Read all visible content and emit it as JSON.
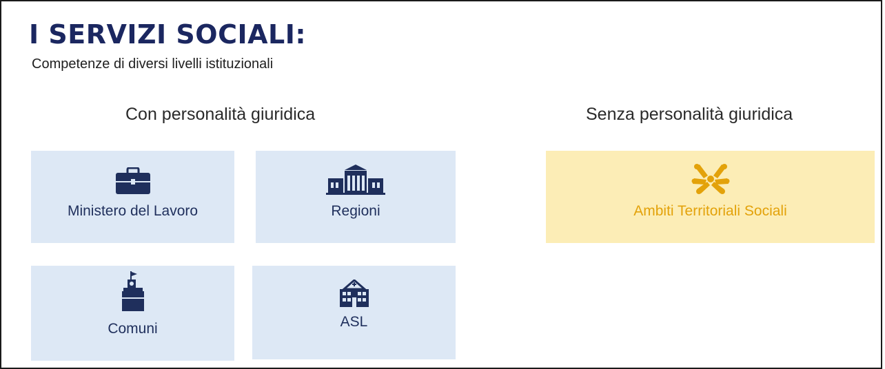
{
  "header": {
    "title": "I SERVIZI SOCIALI:",
    "subtitle": "Competenze di diversi livelli istituzionali"
  },
  "sections": {
    "left_heading": "Con personalità giuridica",
    "right_heading": "Senza personalità giuridica"
  },
  "cards": [
    {
      "label": "Ministero del Lavoro",
      "icon": "briefcase-icon"
    },
    {
      "label": "Regioni",
      "icon": "government-building-icon"
    },
    {
      "label": "Comuni",
      "icon": "town-hall-tower-icon"
    },
    {
      "label": "ASL",
      "icon": "hospital-icon"
    },
    {
      "label": "Ambiti Territoriali Sociali",
      "icon": "joined-hands-icon"
    }
  ],
  "colors": {
    "title": "#1b2760",
    "card_blue": "#dde8f5",
    "card_yellow": "#fcedb6",
    "accent_yellow": "#e3a20a",
    "icon_navy": "#1f2f5c"
  }
}
